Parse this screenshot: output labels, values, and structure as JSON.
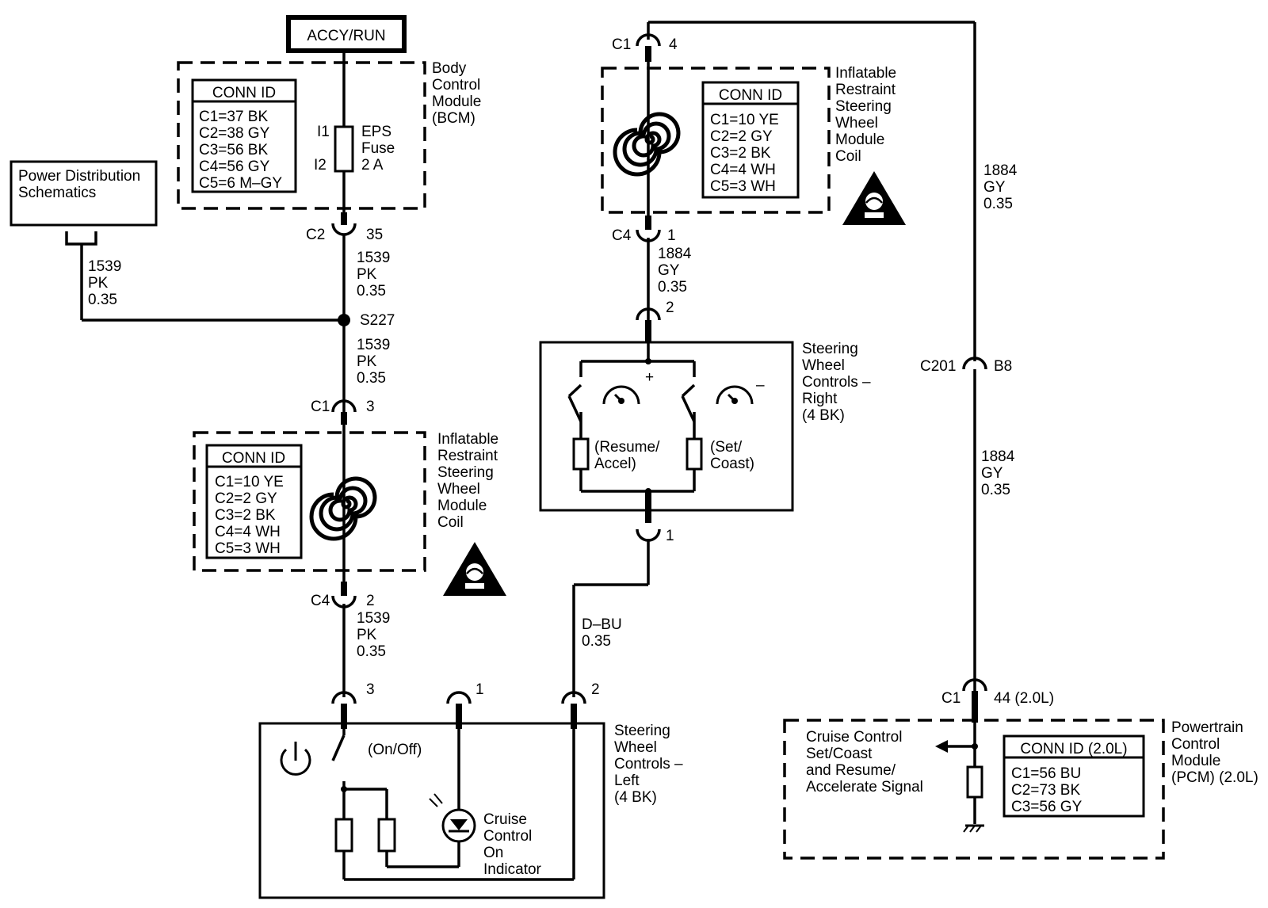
{
  "power_label": "ACCY/RUN",
  "power_distribution": [
    "Power Distribution",
    "Schematics"
  ],
  "bcm": {
    "name": [
      "Body",
      "Control",
      "Module",
      "(BCM)"
    ],
    "conn_id": {
      "title": "CONN ID",
      "rows": [
        "C1=37 BK",
        "C2=38 GY",
        "C3=56 BK",
        "C4=56 GY",
        "C5=6 M–GY"
      ]
    },
    "fuse": {
      "pin_in": "I1",
      "pin_out": "I2",
      "label": [
        "EPS",
        "Fuse",
        "2 A"
      ]
    },
    "connector": {
      "id": "C2",
      "pin": "35"
    }
  },
  "wire_1539": [
    "1539",
    "PK",
    "0.35"
  ],
  "splice": "S227",
  "coil_left": {
    "name": [
      "Inflatable",
      "Restraint",
      "Steering",
      "Wheel",
      "Module",
      "Coil"
    ],
    "conn_id": {
      "title": "CONN ID",
      "rows": [
        "C1=10 YE",
        "C2=2 GY",
        "C3=2 BK",
        "C4=4 WH",
        "C5=3 WH"
      ]
    },
    "top": {
      "id": "C1",
      "pin": "3"
    },
    "bottom": {
      "id": "C4",
      "pin": "2"
    }
  },
  "coil_right": {
    "name": [
      "Inflatable",
      "Restraint",
      "Steering",
      "Wheel",
      "Module",
      "Coil"
    ],
    "conn_id": {
      "title": "CONN ID",
      "rows": [
        "C1=10 YE",
        "C2=2 GY",
        "C3=2 BK",
        "C4=4 WH",
        "C5=3 WH"
      ]
    },
    "top": {
      "id": "C1",
      "pin": "4"
    },
    "bottom": {
      "id": "C4",
      "pin": "1"
    }
  },
  "wire_1884": [
    "1884",
    "GY",
    "0.35"
  ],
  "swc_right": {
    "name": [
      "Steering",
      "Wheel",
      "Controls –",
      "Right",
      "(4 BK)"
    ],
    "pin_top": "2",
    "pin_bottom": "1",
    "plus": "+",
    "minus": "–",
    "resume": [
      "(Resume/",
      "Accel)"
    ],
    "set": [
      "(Set/",
      "Coast)"
    ]
  },
  "wire_dbu": [
    "D–BU",
    "0.35"
  ],
  "swc_left": {
    "name": [
      "Steering",
      "Wheel",
      "Controls –",
      "Left",
      "(4 BK)"
    ],
    "pins": [
      "3",
      "1",
      "2"
    ],
    "onoff": "(On/Off)",
    "indicator": [
      "Cruise",
      "Control",
      "On",
      "Indicator"
    ]
  },
  "c201": {
    "id": "C201",
    "pin": "B8"
  },
  "pcm": {
    "name": [
      "Powertrain",
      "Control",
      "Module",
      "(PCM) (2.0L)"
    ],
    "connector": {
      "id": "C1",
      "pin": "44 (2.0L)"
    },
    "signal": [
      "Cruise Control",
      "Set/Coast",
      "and Resume/",
      "Accelerate Signal"
    ],
    "conn_id": {
      "title": "CONN ID (2.0L)",
      "rows": [
        "C1=56 BU",
        "C2=73 BK",
        "C3=56 GY"
      ]
    }
  }
}
